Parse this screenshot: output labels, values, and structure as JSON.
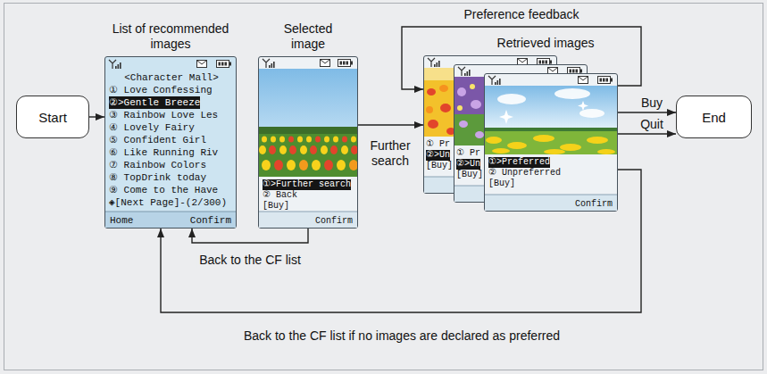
{
  "diagram": {
    "nodes": [
      {
        "text": [
          "Start"
        ]
      },
      {
        "text": [
          "List of recommended images",
          "<Character Mall>",
          "① Love Confessing",
          "②>Gentle Breeze",
          "③ Rainbow Love Les",
          "④ Lovely Fairy",
          "⑤ Confident Girl",
          "⑥ Like Running Riv",
          "⑦ Rainbow Colors",
          "⑧ TopDrink today",
          "⑨ Come to the Have",
          "◈[Next Page]-(2/300)",
          "Home",
          "Confirm"
        ]
      },
      {
        "text": [
          "Selected image",
          "①>Further search",
          "② Back",
          "[Buy]",
          "Confirm"
        ]
      },
      {
        "text": [
          "① Pr",
          "②>Un",
          "[Buy]"
        ]
      },
      {
        "text": [
          "① Pr",
          "②>Un",
          "[Buy]"
        ]
      },
      {
        "text": [
          "①>Preferred",
          "② Unpreferred",
          "[Buy]",
          "Confirm"
        ]
      },
      {
        "text": [
          "End"
        ]
      }
    ],
    "edges": [
      {
        "from": 0,
        "to": 1,
        "arrow": "to"
      },
      {
        "from": 2,
        "to": 1,
        "label": "Back to the CF list",
        "arrow": "to"
      },
      {
        "from": 2,
        "to": 3,
        "label": "Further search",
        "arrow": "to"
      },
      {
        "from": 5,
        "to": 3,
        "label": "Preference feedback",
        "arrow": "to"
      },
      {
        "from": 5,
        "to": 6,
        "label": "Buy",
        "arrow": "to"
      },
      {
        "from": 5,
        "to": 6,
        "label": "Quit",
        "arrow": "to"
      },
      {
        "from": 5,
        "to": 1,
        "label": "Back to the CF list if no images are declared as preferred",
        "arrow": "to"
      }
    ],
    "labels": [
      "Retrieved images"
    ]
  }
}
